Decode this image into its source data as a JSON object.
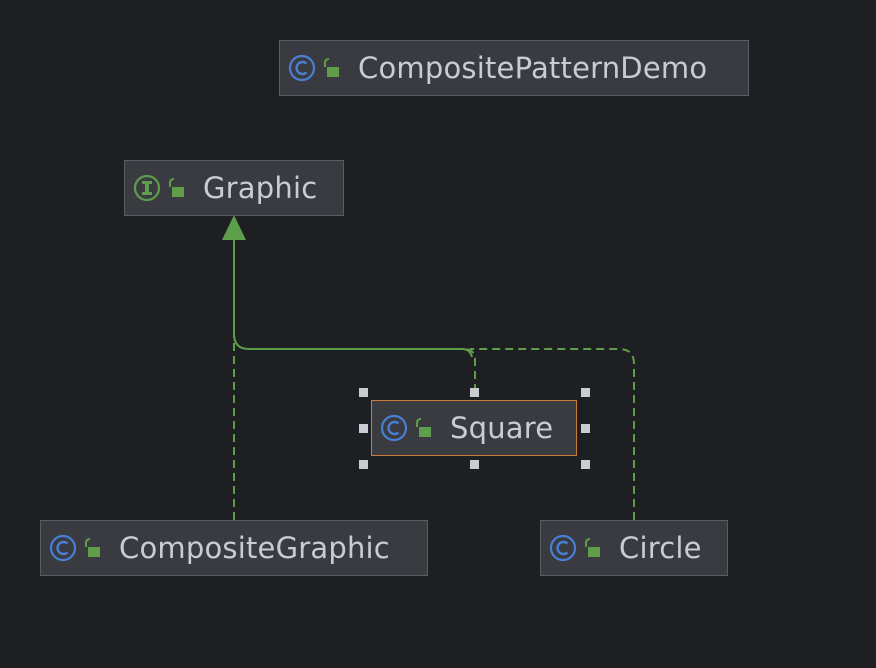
{
  "diagram": {
    "nodes": [
      {
        "id": "composite-pattern-demo",
        "label": "CompositePatternDemo",
        "kind": "class",
        "icon": "class-icon"
      },
      {
        "id": "graphic",
        "label": "Graphic",
        "kind": "interface",
        "icon": "interface-icon"
      },
      {
        "id": "square",
        "label": "Square",
        "kind": "class",
        "icon": "class-icon",
        "selected": true
      },
      {
        "id": "composite-graphic",
        "label": "CompositeGraphic",
        "kind": "class",
        "icon": "class-icon"
      },
      {
        "id": "circle",
        "label": "Circle",
        "kind": "class",
        "icon": "class-icon"
      }
    ],
    "edges": [
      {
        "from": "composite-graphic",
        "to": "graphic",
        "type": "realization"
      },
      {
        "from": "square",
        "to": "graphic",
        "type": "realization"
      },
      {
        "from": "circle",
        "to": "graphic",
        "type": "realization"
      }
    ],
    "colors": {
      "background": "#1e1f22",
      "node_fill": "#393b40",
      "node_border": "#5a5d63",
      "selected_border": "#c77d3a",
      "edge": "#5d9e4a",
      "class_icon": "#4a7fd6",
      "interface_icon": "#5d9e4a",
      "lock_icon": "#5d9e4a",
      "label": "#c9ccd3"
    }
  }
}
